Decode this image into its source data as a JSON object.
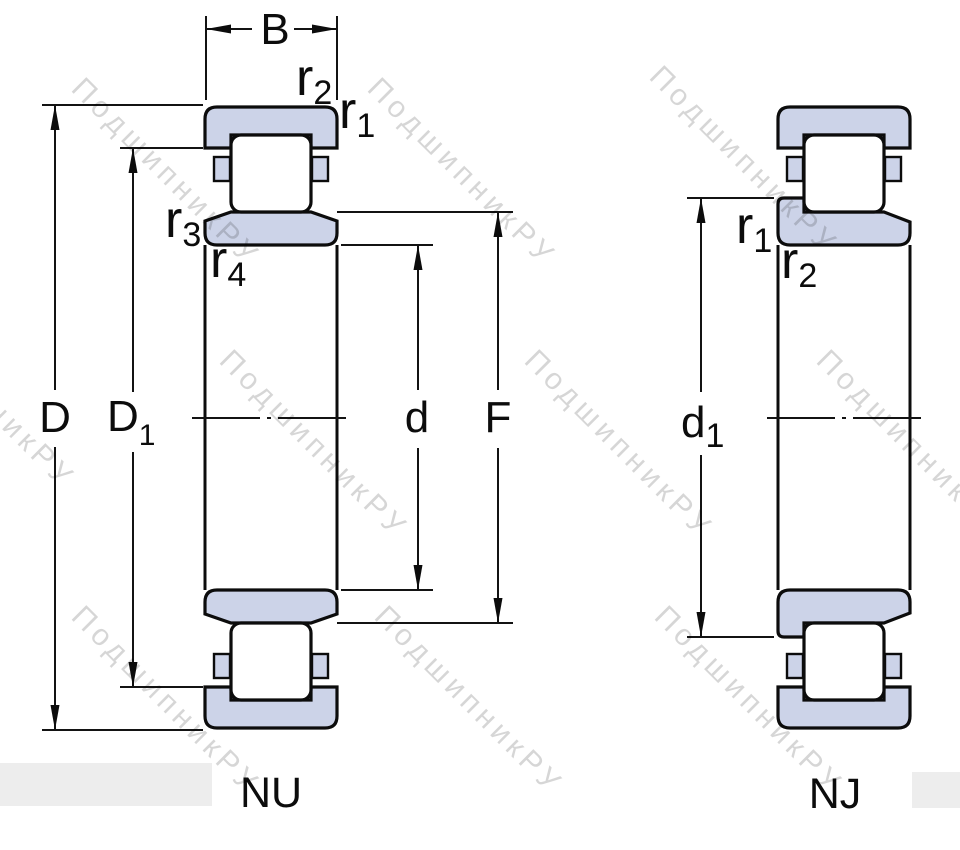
{
  "drawing": {
    "watermark_text": "ПодшипникРУ",
    "colors": {
      "ring_fill": "#ccd3e8",
      "line": "#0c0c0c",
      "watermark": "#000000",
      "patch": "#ededed"
    },
    "left_view": {
      "type_label": "NU",
      "dim_width": "B",
      "dim_outer": "D",
      "dim_shoulder": {
        "base": "D",
        "sub": "1"
      },
      "dim_bore": "d",
      "dim_flange": "F",
      "r2": {
        "base": "r",
        "sub": "2"
      },
      "r1": {
        "base": "r",
        "sub": "1"
      },
      "r3": {
        "base": "r",
        "sub": "3"
      },
      "r4": {
        "base": "r",
        "sub": "4"
      }
    },
    "right_view": {
      "type_label": "NJ",
      "dim_flange_bore": {
        "base": "d",
        "sub": "1"
      },
      "r1": {
        "base": "r",
        "sub": "1"
      },
      "r2": {
        "base": "r",
        "sub": "2"
      }
    }
  }
}
